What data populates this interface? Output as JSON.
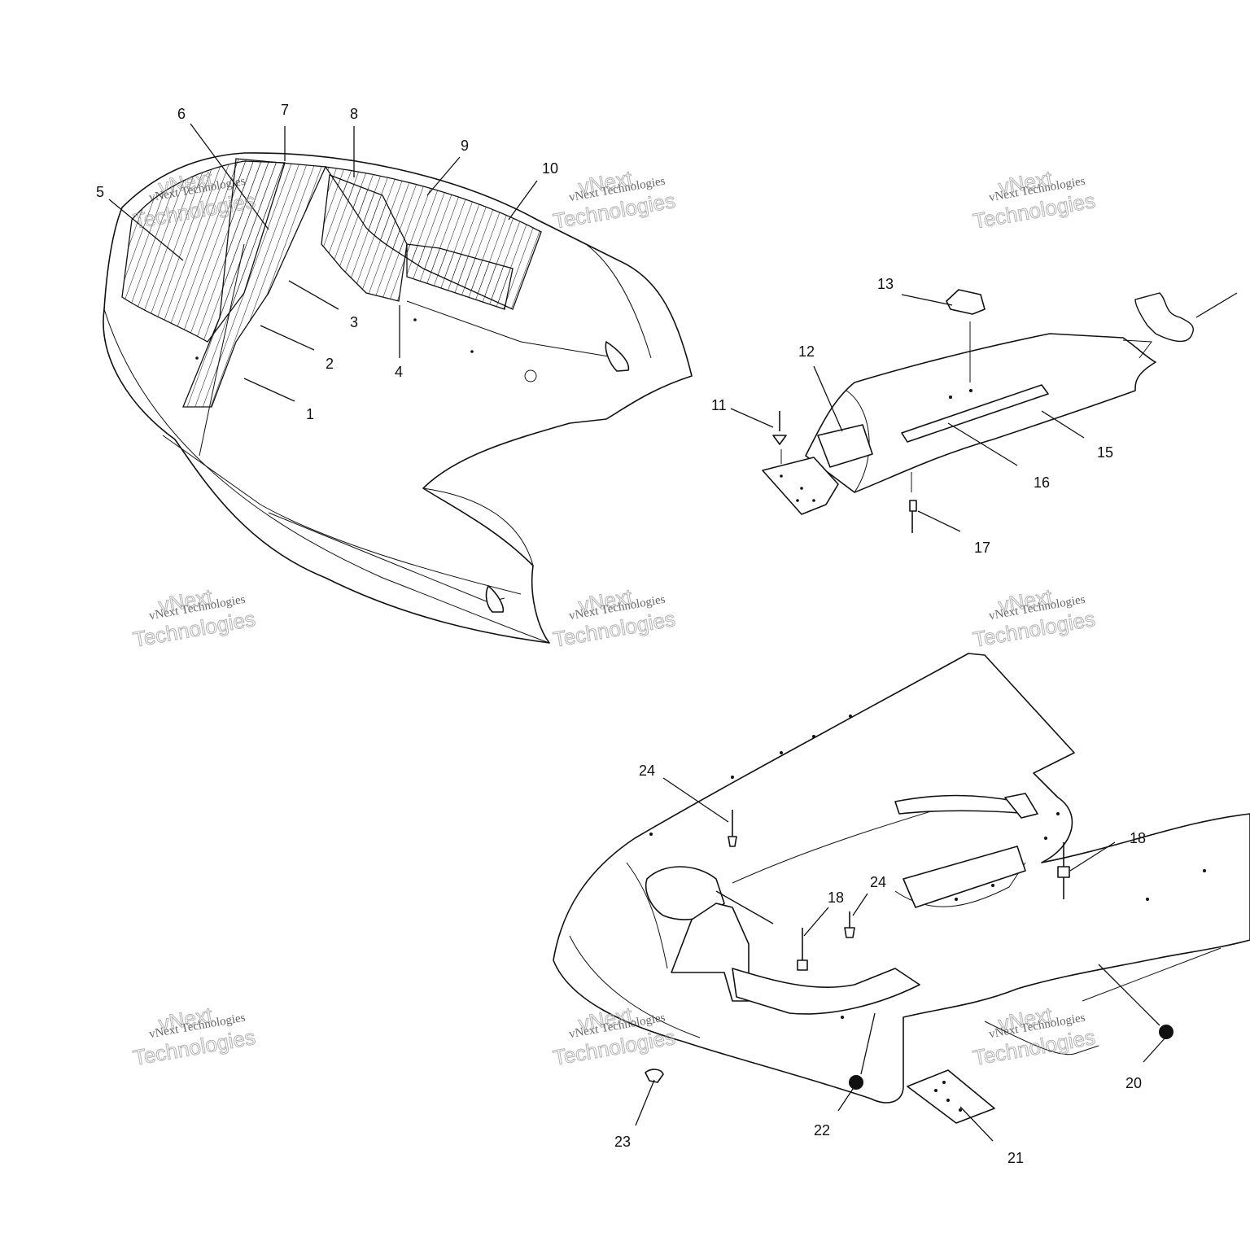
{
  "callouts": [
    {
      "n": "1"
    },
    {
      "n": "2"
    },
    {
      "n": "3"
    },
    {
      "n": "4"
    },
    {
      "n": "5"
    },
    {
      "n": "6"
    },
    {
      "n": "7"
    },
    {
      "n": "8"
    },
    {
      "n": "9"
    },
    {
      "n": "10"
    },
    {
      "n": "11"
    },
    {
      "n": "12"
    },
    {
      "n": "13"
    },
    {
      "n": "15"
    },
    {
      "n": "16"
    },
    {
      "n": "17"
    },
    {
      "n": "18"
    },
    {
      "n": "18"
    },
    {
      "n": "20"
    },
    {
      "n": "21"
    },
    {
      "n": "22"
    },
    {
      "n": "23"
    },
    {
      "n": "24"
    },
    {
      "n": "24"
    }
  ],
  "watermark": {
    "line1": "vNext Technologies",
    "line2": "vNext",
    "line3": "Technologies"
  }
}
